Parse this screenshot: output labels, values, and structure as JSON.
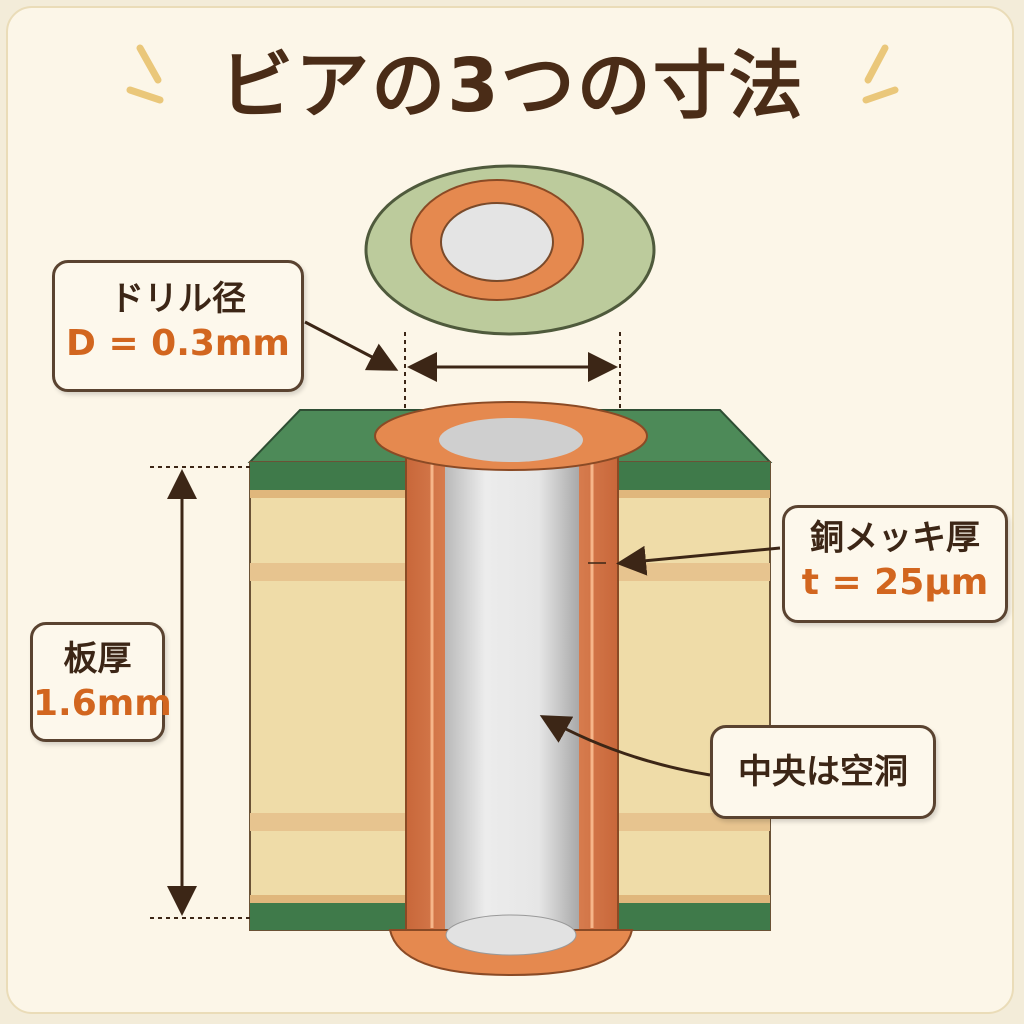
{
  "title": "ビアの3つの寸法",
  "labels": {
    "drill": {
      "name": "ドリル径",
      "value": "D = 0.3mm"
    },
    "thickness": {
      "name": "板厚",
      "value": "1.6mm"
    },
    "plating": {
      "name": "銅メッキ厚",
      "value": "t = 25μm"
    },
    "center": {
      "name": "中央は空洞"
    }
  },
  "colors": {
    "title": "#4a2c17",
    "accent": "#d2661f",
    "copper": "#e08a4f",
    "solder_mask": "#3f7a4a",
    "core": "#efdca8",
    "hole": "#d8d8d8"
  }
}
